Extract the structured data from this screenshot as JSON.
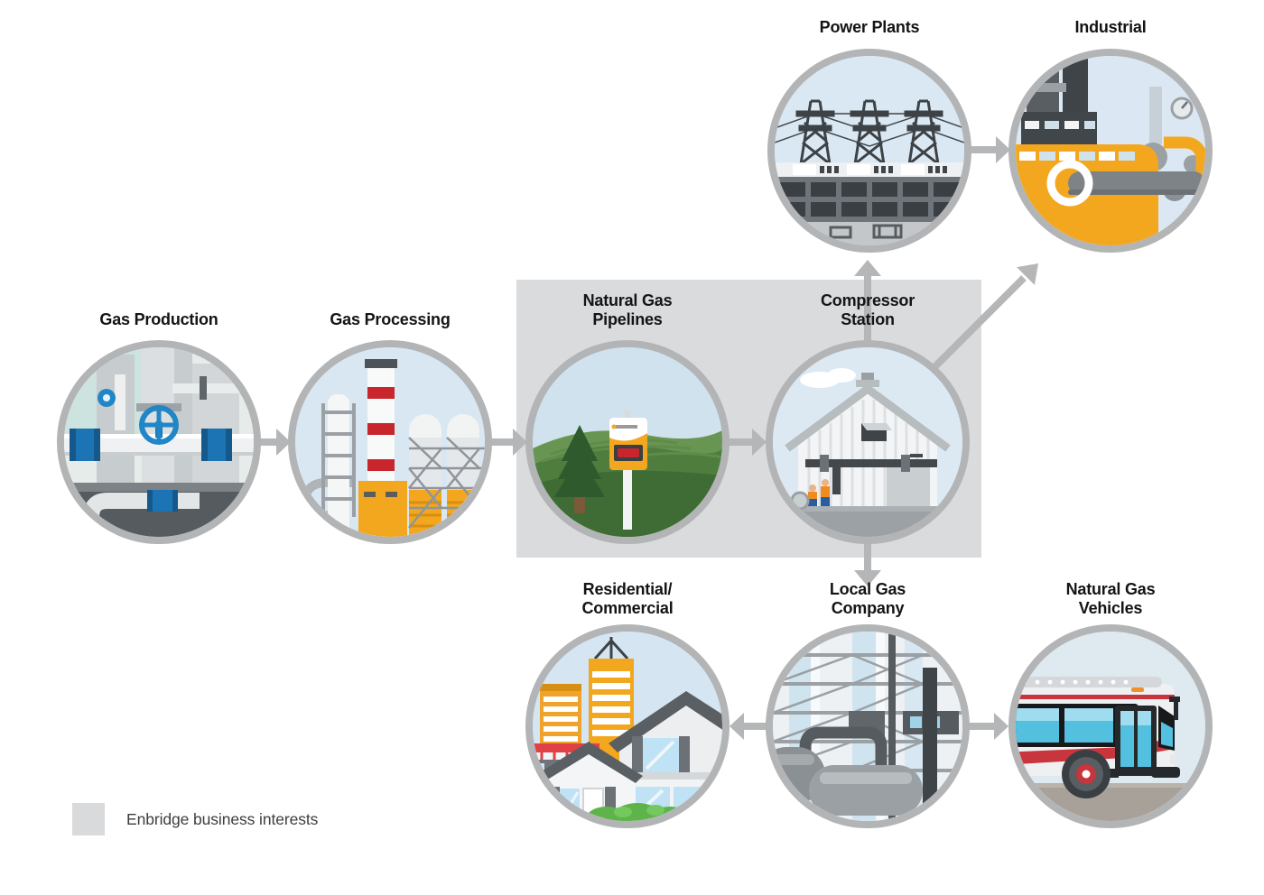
{
  "legend": {
    "label": "Enbridge business interests"
  },
  "nodes": [
    {
      "id": "gas-production",
      "label": "Gas Production",
      "lines": [
        "Gas Production"
      ],
      "enbridge_business_interest": false
    },
    {
      "id": "gas-processing",
      "label": "Gas Processing",
      "lines": [
        "Gas Processing"
      ],
      "enbridge_business_interest": false
    },
    {
      "id": "natural-gas-pipelines",
      "label": "Natural Gas Pipelines",
      "lines": [
        "Natural Gas",
        "Pipelines"
      ],
      "enbridge_business_interest": true
    },
    {
      "id": "compressor-station",
      "label": "Compressor Station",
      "lines": [
        "Compressor",
        "Station"
      ],
      "enbridge_business_interest": true
    },
    {
      "id": "power-plants",
      "label": "Power Plants",
      "lines": [
        "Power Plants"
      ],
      "enbridge_business_interest": false
    },
    {
      "id": "industrial",
      "label": "Industrial",
      "lines": [
        "Industrial"
      ],
      "enbridge_business_interest": false
    },
    {
      "id": "residential-commercial",
      "label": "Residential/ Commercial",
      "lines": [
        "Residential/",
        "Commercial"
      ],
      "enbridge_business_interest": false
    },
    {
      "id": "local-gas-company",
      "label": "Local Gas Company",
      "lines": [
        "Local Gas",
        "Company"
      ],
      "enbridge_business_interest": false
    },
    {
      "id": "natural-gas-vehicles",
      "label": "Natural Gas Vehicles",
      "lines": [
        "Natural Gas",
        "Vehicles"
      ],
      "enbridge_business_interest": false
    }
  ],
  "flows": [
    {
      "from": "gas-production",
      "to": "gas-processing"
    },
    {
      "from": "gas-processing",
      "to": "natural-gas-pipelines"
    },
    {
      "from": "natural-gas-pipelines",
      "to": "compressor-station"
    },
    {
      "from": "compressor-station",
      "to": "power-plants"
    },
    {
      "from": "compressor-station",
      "to": "industrial"
    },
    {
      "from": "compressor-station",
      "to": "local-gas-company"
    },
    {
      "from": "power-plants",
      "to": "industrial"
    },
    {
      "from": "local-gas-company",
      "to": "residential-commercial"
    },
    {
      "from": "local-gas-company",
      "to": "natural-gas-vehicles"
    }
  ],
  "colors": {
    "business_box_gray": "#dadbdc",
    "circle_ring_gray": "#b3b4b6",
    "arrow_gray": "#b5b6b8",
    "enbridge_yellow": "#f3a71f",
    "accent_red": "#c9252c",
    "valve_blue": "#1d74b4",
    "field_green": "#3f6b34",
    "sky_blue": "#d9e8f3",
    "label_text": "#141414"
  }
}
